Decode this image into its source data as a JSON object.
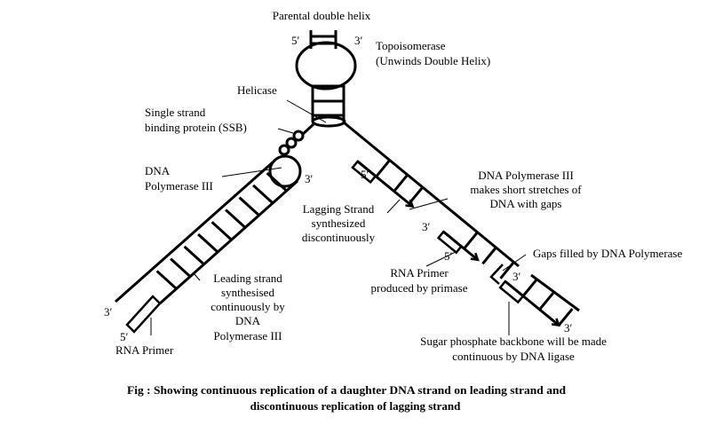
{
  "labels": {
    "parental": "Parental double helix",
    "top_5": "5′",
    "top_3": "3′",
    "topo_1": "Topoisomerase",
    "topo_2": "(Unwinds Double Helix)",
    "helicase": "Helicase",
    "ssb_1": "Single strand",
    "ssb_2": "binding protein (SSB)",
    "pol_1": "DNA",
    "pol_2": "Polymerase III",
    "pol_3prime": "3′",
    "leading_1": "Leading strand",
    "leading_2": "synthesised",
    "leading_3": "continuously by",
    "leading_4": "DNA",
    "leading_5": "Polymerase III",
    "left_3prime": "3′",
    "left_5prime": "5′",
    "left_primer": "RNA Primer",
    "frag1_5prime": "5′",
    "frag1_3prime": "3′",
    "lagging_1": "Lagging Strand",
    "lagging_2": "synthesized",
    "lagging_3": "discontinuously",
    "polgap_1": "DNA Polymerase III",
    "polgap_2": "makes short stretches of",
    "polgap_3": "DNA with gaps",
    "frag2_5prime": "5′",
    "primase_1": "RNA Primer",
    "primase_2": "produced by primase",
    "gaps": "Gaps filled by DNA Polymerase",
    "frag2_3prime": "3′",
    "frag3_3prime": "3′",
    "ligase_1": "Sugar phosphate backbone will be made",
    "ligase_2": "continuous by DNA ligase"
  },
  "caption": {
    "line1": "Fig : Showing continuous replication of a daughter DNA strand on leading strand and",
    "line2": "discontinuous replication of lagging strand"
  }
}
